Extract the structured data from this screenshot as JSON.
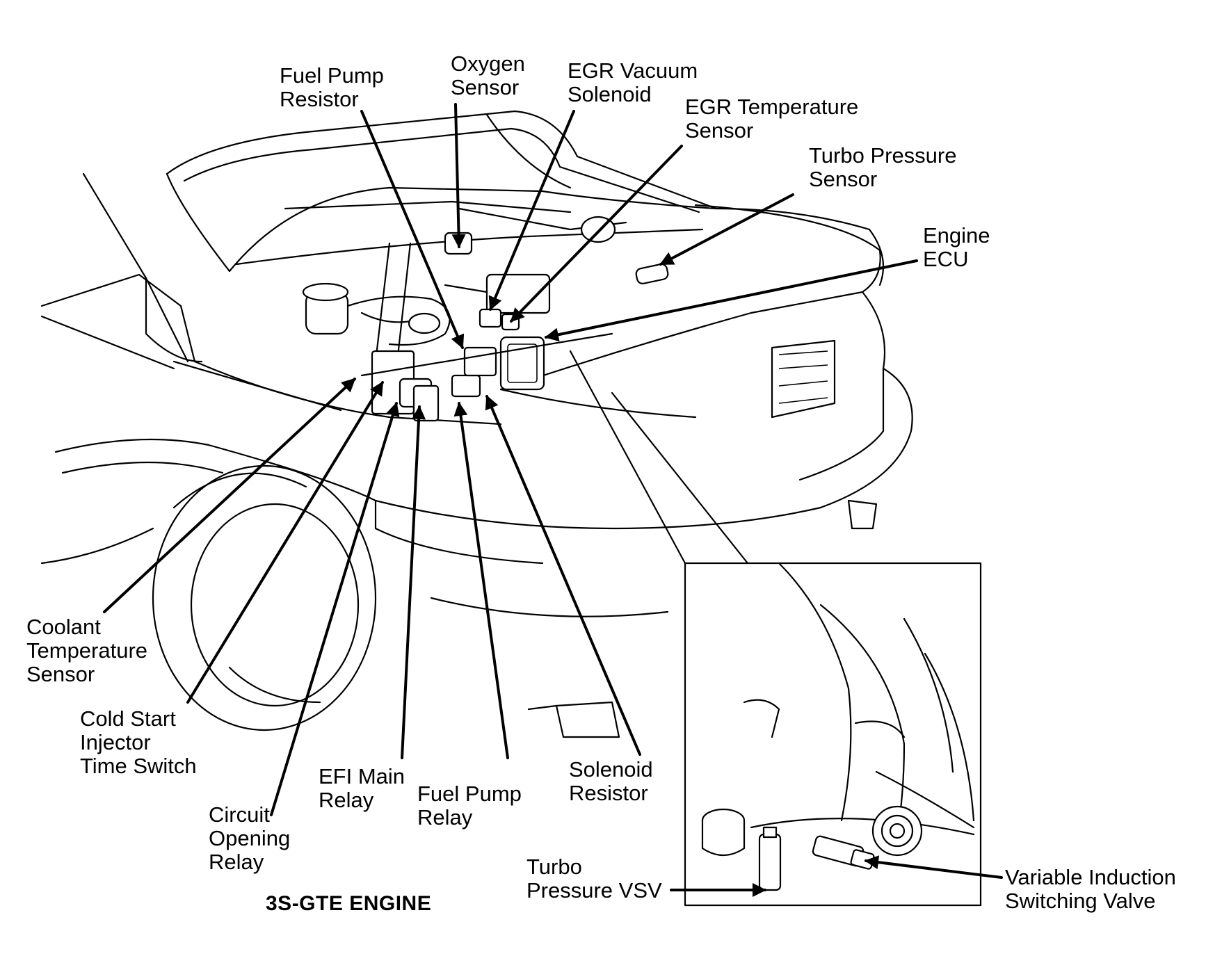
{
  "labels": {
    "fuel_pump_resistor": [
      "Fuel Pump",
      "Resistor"
    ],
    "oxygen_sensor": [
      "Oxygen",
      "Sensor"
    ],
    "egr_vacuum_solenoid": [
      "EGR Vacuum",
      "Solenoid"
    ],
    "egr_temperature_sensor": [
      "EGR Temperature",
      "Sensor"
    ],
    "turbo_pressure_sensor": [
      "Turbo Pressure",
      "Sensor"
    ],
    "engine_ecu": [
      "Engine",
      "ECU"
    ],
    "coolant_temperature_sensor": [
      "Coolant",
      "Temperature",
      "Sensor"
    ],
    "cold_start_injector_time_switch": [
      "Cold Start",
      "Injector",
      "Time Switch"
    ],
    "circuit_opening_relay": [
      "Circuit",
      "Opening",
      "Relay"
    ],
    "efi_main_relay": [
      "EFI Main",
      "Relay"
    ],
    "fuel_pump_relay": [
      "Fuel Pump",
      "Relay"
    ],
    "solenoid_resistor": [
      "Solenoid",
      "Resistor"
    ],
    "turbo_pressure_vsv": [
      "Turbo",
      "Pressure VSV"
    ],
    "variable_induction_switching_valve": [
      "Variable Induction",
      "Switching Valve"
    ]
  },
  "caption": "3S-GTE ENGINE"
}
